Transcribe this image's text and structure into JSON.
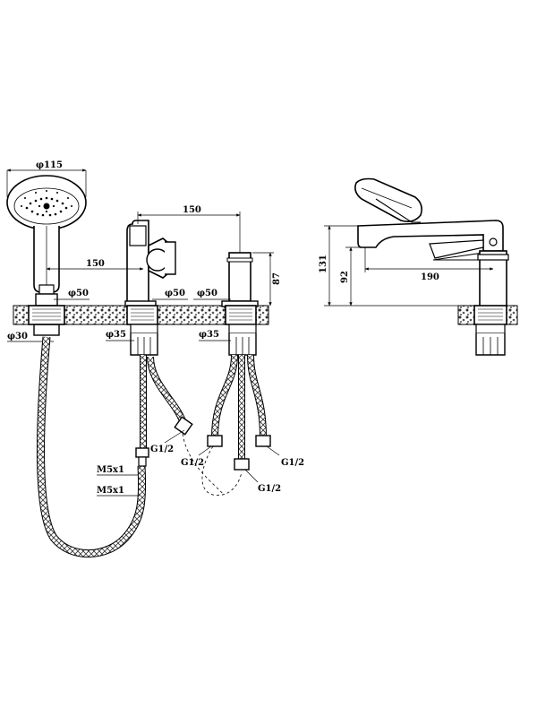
{
  "labels": {
    "head_diameter": "φ115",
    "spacing_top": "150",
    "spacing_left": "150",
    "base_dia_1": "φ50",
    "base_dia_2": "φ50",
    "base_dia_3": "φ50",
    "hole_dia_left": "φ30",
    "hole_dia_mid": "φ35",
    "hole_dia_right": "φ35",
    "height_87": "87",
    "thread_1": "G1/2",
    "thread_2": "G1/2",
    "thread_3": "G1/2",
    "thread_4": "G1/2",
    "thread_m1": "M5x1",
    "thread_m2": "M5x1",
    "side_height_131": "131",
    "side_height_92": "92",
    "side_reach_190": "190"
  }
}
